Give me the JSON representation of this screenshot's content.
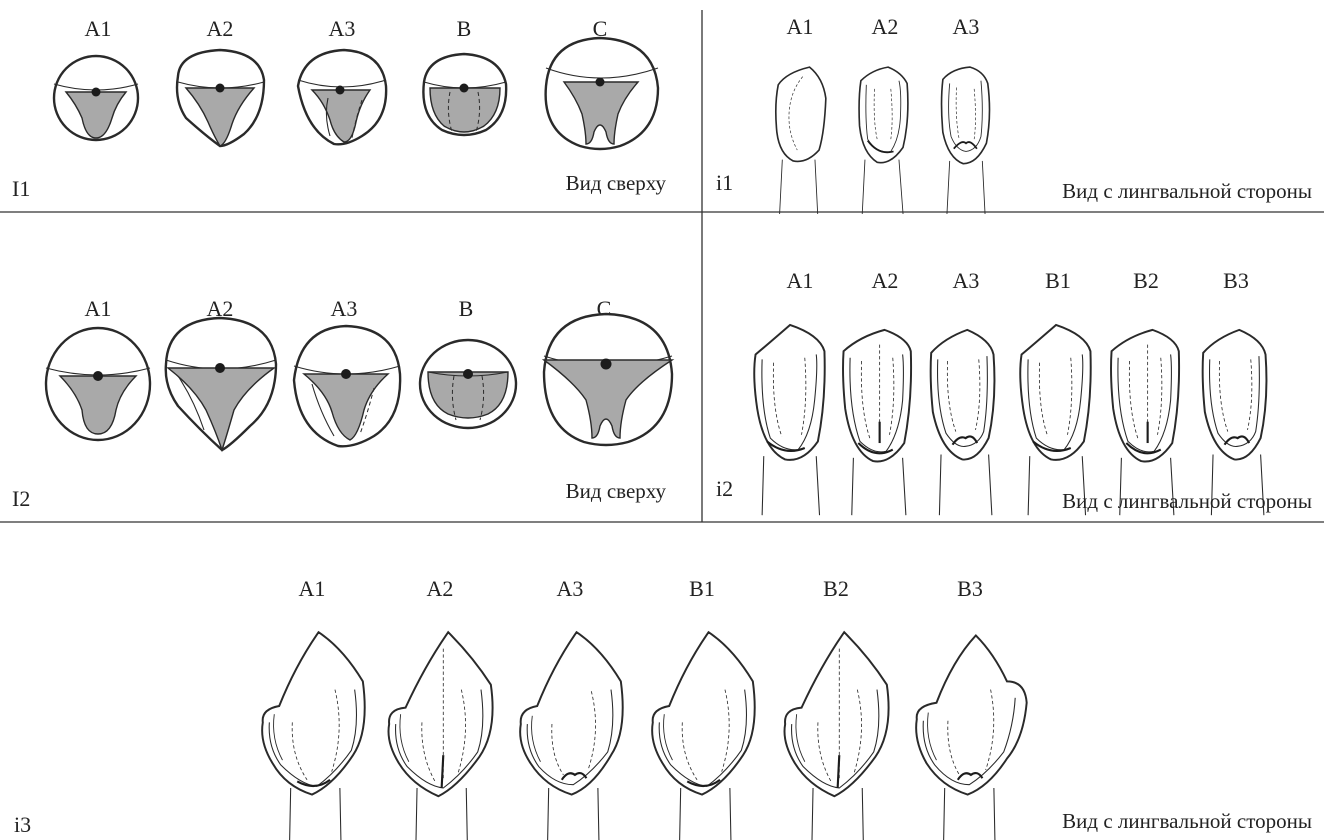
{
  "panels": {
    "I1": {
      "id": "I1",
      "view": "Вид сверху",
      "labels": [
        "A1",
        "A2",
        "A3",
        "B",
        "C"
      ]
    },
    "i1": {
      "id": "i1",
      "view": "Вид с лингвальной стороны",
      "labels": [
        "A1",
        "A2",
        "A3"
      ]
    },
    "I2": {
      "id": "I2",
      "view": "Вид сверху",
      "labels": [
        "A1",
        "A2",
        "A3",
        "B",
        "C"
      ]
    },
    "i2": {
      "id": "i2",
      "view": "Вид с лингвальной стороны",
      "labels": [
        "A1",
        "A2",
        "A3",
        "B1",
        "B2",
        "B3"
      ]
    },
    "i3": {
      "id": "i3",
      "view": "Вид с лингвальной стороны",
      "labels": [
        "A1",
        "A2",
        "A3",
        "B1",
        "B2",
        "B3"
      ]
    }
  }
}
